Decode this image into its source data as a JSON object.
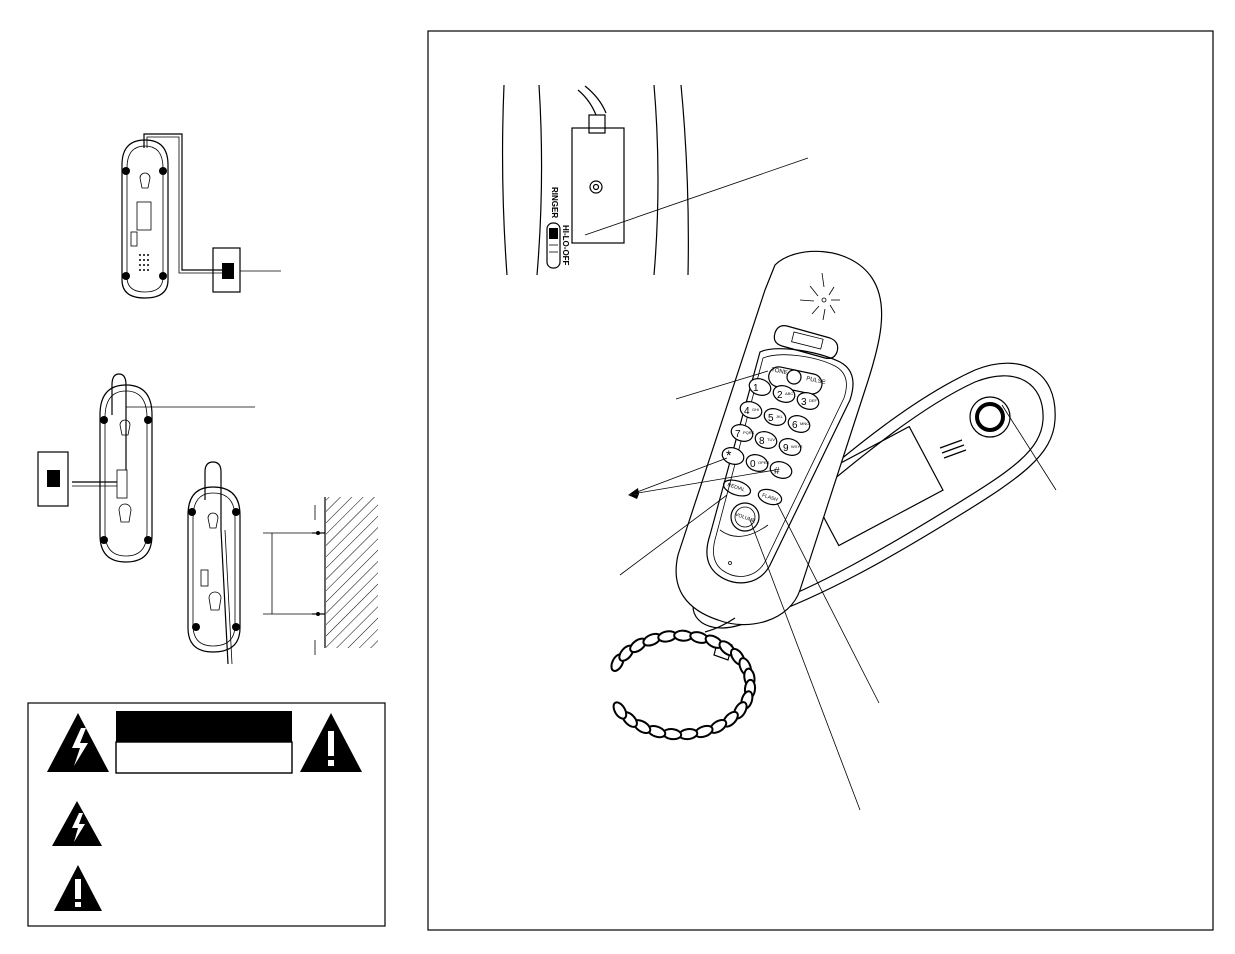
{
  "base_labels": {
    "ringer": "RINGER",
    "ringer_positions": "HI-LO-OFF"
  },
  "keypad": {
    "mode_tone": "TONE",
    "mode_pulse": "PULSE",
    "keys": [
      {
        "digit": "1",
        "letters": ""
      },
      {
        "digit": "2",
        "letters": "ABC"
      },
      {
        "digit": "3",
        "letters": "DEF"
      },
      {
        "digit": "4",
        "letters": "GHI"
      },
      {
        "digit": "5",
        "letters": "JKL"
      },
      {
        "digit": "6",
        "letters": "MNO"
      },
      {
        "digit": "7",
        "letters": "PQRS"
      },
      {
        "digit": "8",
        "letters": "TUV"
      },
      {
        "digit": "9",
        "letters": "WXYZ"
      },
      {
        "digit": "*",
        "letters": ""
      },
      {
        "digit": "0",
        "letters": "OPER"
      },
      {
        "digit": "#",
        "letters": ""
      }
    ],
    "redial": "REDIAL",
    "flash": "FLASH",
    "volume": "VOLUME"
  },
  "colors": {
    "ink": "#000000",
    "paper": "#ffffff",
    "hatch": "#000000"
  }
}
